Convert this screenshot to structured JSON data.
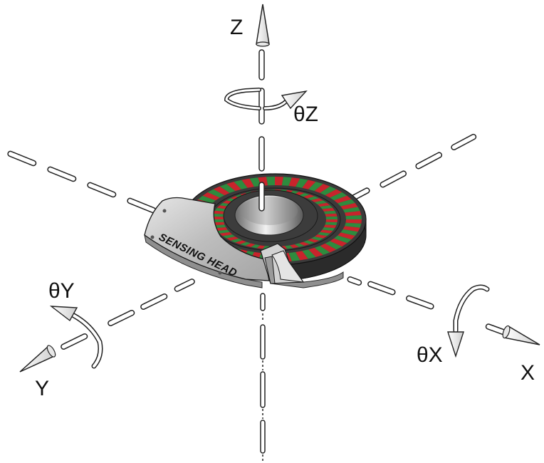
{
  "labels": {
    "z_axis": "Z",
    "theta_z": "θZ",
    "y_axis": "Y",
    "theta_y": "θY",
    "x_axis": "X",
    "theta_x": "θX",
    "sensing_head": "SENSING HEAD"
  },
  "colors": {
    "stripe_red": "#c8242c",
    "stripe_green": "#2e8b3e",
    "ring_body": "#3a3a3a",
    "head_plate": "#c9c9c9",
    "outline": "#1a1a1a"
  },
  "stripe_count": 64
}
